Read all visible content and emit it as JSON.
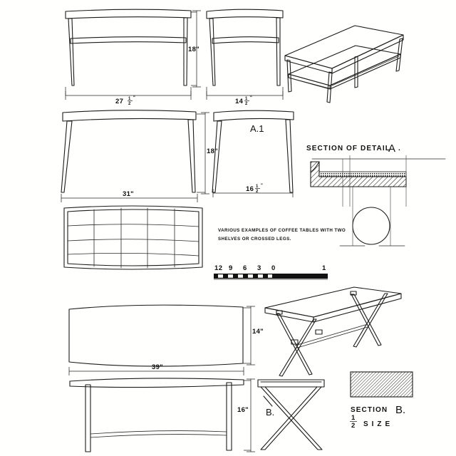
{
  "sheet": {
    "title": "Coffee Table Construction Plate",
    "background_color": "#fffffd",
    "ink_color": "#1b1b1b"
  },
  "caption": {
    "line1": "VARIOUS EXAMPLES OF COFFEE TABLES WITH TWO",
    "line2": "SHELVES OR CROSSED LEGS."
  },
  "figures": {
    "front_elevation_two_shelf": {
      "name": "front-elevation-two-shelf-table",
      "width_label": "27",
      "width_fraction_num": "1",
      "width_fraction_den": "2",
      "width_unit": "\"",
      "height_label": "18\""
    },
    "side_elevation_two_shelf": {
      "name": "side-elevation-two-shelf-table",
      "width_label": "14",
      "width_fraction_num": "1",
      "width_fraction_den": "2",
      "width_unit": "\""
    },
    "perspective_two_shelf": {
      "name": "perspective-two-shelf-table"
    },
    "front_elevation_tapered": {
      "name": "front-elevation-tapered-leg-table",
      "width_label": "31\"",
      "height_label": "18\""
    },
    "side_elevation_tapered": {
      "name": "side-elevation-tapered-leg-table",
      "width_label": "16",
      "width_fraction_num": "1",
      "width_fraction_den": "2",
      "width_unit": "\"",
      "detail_ref": "A.1"
    },
    "section_detail_a": {
      "name": "section-of-detail-a",
      "heading": "SECTION OF DETAIL",
      "heading_letter": "A",
      "heading_period": "."
    },
    "grid_shelf_plan": {
      "name": "grid-shelf-plan-view",
      "columns": 5,
      "rows": 4
    },
    "bench_top_plan": {
      "name": "bench-top-plan-view",
      "length_label": "39\"",
      "depth_label": "14\""
    },
    "bench_front_elevation": {
      "name": "bench-front-elevation",
      "height_label": "16\""
    },
    "perspective_x_leg": {
      "name": "perspective-x-leg-bench"
    },
    "end_view_x_leg": {
      "name": "end-view-x-leg-bench",
      "detail_ref": "B."
    },
    "section_b": {
      "name": "section-b-swatch",
      "heading": "SECTION",
      "heading_letter": "B.",
      "scale_num": "1",
      "scale_den": "2",
      "scale_word": "S I Z E"
    }
  },
  "scale_bar": {
    "name": "graphic-scale-bar",
    "ticks": [
      "12",
      "9",
      "6",
      "3",
      "0"
    ],
    "right_label": "1"
  }
}
